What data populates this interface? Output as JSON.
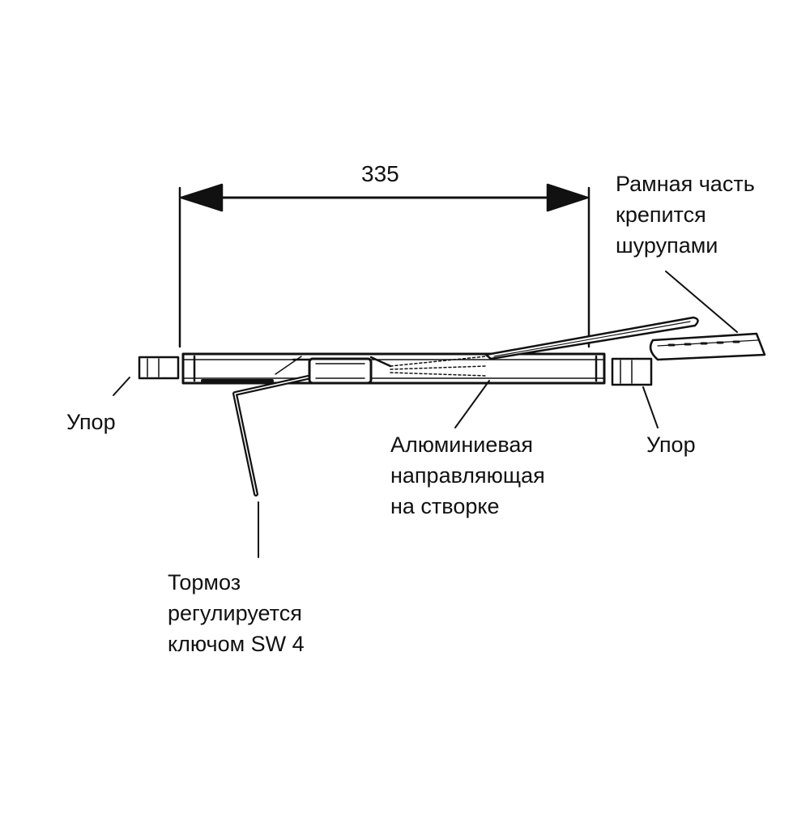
{
  "dimension": {
    "value": "335"
  },
  "labels": {
    "stop_left": "Упор",
    "stop_right": "Упор",
    "frame_part": [
      "Рамная часть",
      "крепится",
      "шурупами"
    ],
    "aluminium_rail": [
      "Алюминиевая",
      "направляющая",
      "на створке"
    ],
    "brake": [
      "Тормоз",
      "регулируется",
      "ключом SW 4"
    ]
  },
  "colors": {
    "ink": "#111111",
    "background": "#ffffff"
  }
}
